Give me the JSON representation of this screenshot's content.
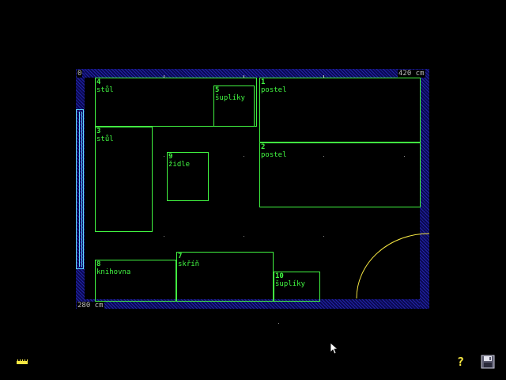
{
  "room": {
    "origin_label": "0",
    "width_label": "420 cm",
    "depth_label": "280 cm"
  },
  "colors": {
    "wall": "#0a0a52",
    "furniture": "#41f541",
    "window": "#5fd7ff",
    "door": "#f5e642"
  },
  "furniture": [
    {
      "num": "4",
      "name": "stůl"
    },
    {
      "num": "5",
      "name": "šuplíky"
    },
    {
      "num": "1",
      "name": "postel"
    },
    {
      "num": "3",
      "name": "stůl"
    },
    {
      "num": "9",
      "name": "židle"
    },
    {
      "num": "2",
      "name": "postel"
    },
    {
      "num": "8",
      "name": "knihovna"
    },
    {
      "num": "7",
      "name": "skříň"
    },
    {
      "num": "10",
      "name": "šuplíky"
    }
  ],
  "toolbar": {
    "ruler_icon": "ruler-icon",
    "help_icon": "help-icon",
    "help_symbol": "?",
    "save_icon": "floppy-disk-icon"
  }
}
